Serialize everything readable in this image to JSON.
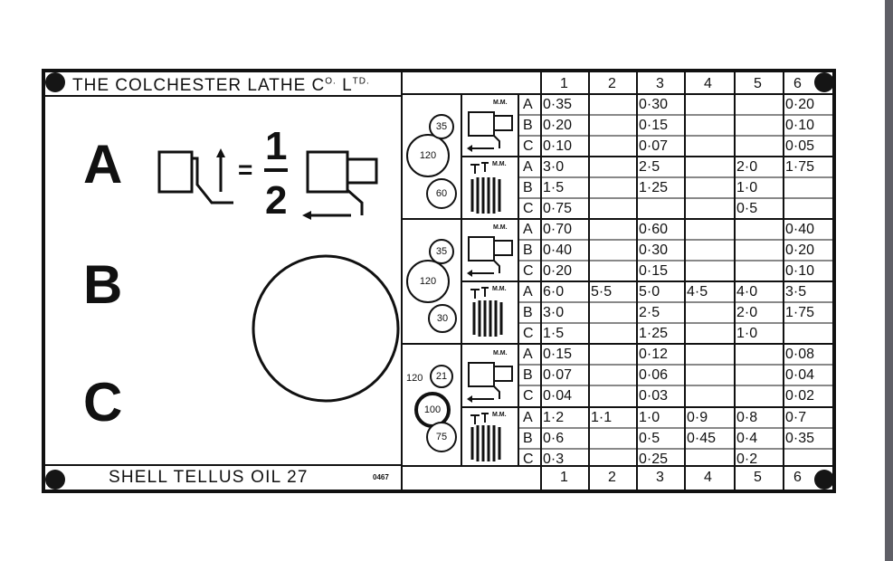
{
  "header": {
    "title": "THE COLCHESTER LATHE C",
    "title_sup1": "O.",
    "title_mid": " L",
    "title_sup2": "TD."
  },
  "footer": {
    "oil": "SHELL TELLUS OIL 27",
    "code": "0467"
  },
  "feed_letters": [
    "A",
    "B",
    "C"
  ],
  "ratio": {
    "numerator": "1",
    "denominator": "2",
    "equals": "="
  },
  "columns": [
    "1",
    "2",
    "3",
    "4",
    "5",
    "6"
  ],
  "mm_label": "M.M.",
  "groups": [
    {
      "gears": {
        "top": "35",
        "middle": "120",
        "bottom": "60"
      },
      "feed": {
        "A": [
          "0·35",
          "",
          "0·30",
          "",
          "",
          "0·20"
        ],
        "B": [
          "0·20",
          "",
          "0·15",
          "",
          "",
          "0·10"
        ],
        "C": [
          "0·10",
          "",
          "0·07",
          "",
          "",
          "0·05"
        ]
      },
      "thread": {
        "A": [
          "3·0",
          "",
          "2·5",
          "",
          "2·0",
          "1·75"
        ],
        "B": [
          "1·5",
          "",
          "1·25",
          "",
          "1·0",
          ""
        ],
        "C": [
          "0·75",
          "",
          "",
          "",
          "0·5",
          ""
        ]
      }
    },
    {
      "gears": {
        "top": "35",
        "middle": "120",
        "bottom": "30"
      },
      "feed": {
        "A": [
          "0·70",
          "",
          "0·60",
          "",
          "",
          "0·40"
        ],
        "B": [
          "0·40",
          "",
          "0·30",
          "",
          "",
          "0·20"
        ],
        "C": [
          "0·20",
          "",
          "0·15",
          "",
          "",
          "0·10"
        ]
      },
      "thread": {
        "A": [
          "6·0",
          "5·5",
          "5·0",
          "4·5",
          "4·0",
          "3·5"
        ],
        "B": [
          "3·0",
          "",
          "2·5",
          "",
          "2·0",
          "1·75"
        ],
        "C": [
          "1·5",
          "",
          "1·25",
          "",
          "1·0",
          ""
        ]
      }
    },
    {
      "gears": {
        "top": "21",
        "side": "120",
        "middle": "100",
        "bottom": "75"
      },
      "feed": {
        "A": [
          "0·15",
          "",
          "0·12",
          "",
          "",
          "0·08"
        ],
        "B": [
          "0·07",
          "",
          "0·06",
          "",
          "",
          "0·04"
        ],
        "C": [
          "0·04",
          "",
          "0·03",
          "",
          "",
          "0·02"
        ]
      },
      "thread": {
        "A": [
          "1·2",
          "1·1",
          "1·0",
          "0·9",
          "0·8",
          "0·7"
        ],
        "B": [
          "0·6",
          "",
          "0·5",
          "0·45",
          "0·4",
          "0·35"
        ],
        "C": [
          "0·3",
          "",
          "0·25",
          "",
          "0·2",
          ""
        ]
      }
    }
  ]
}
